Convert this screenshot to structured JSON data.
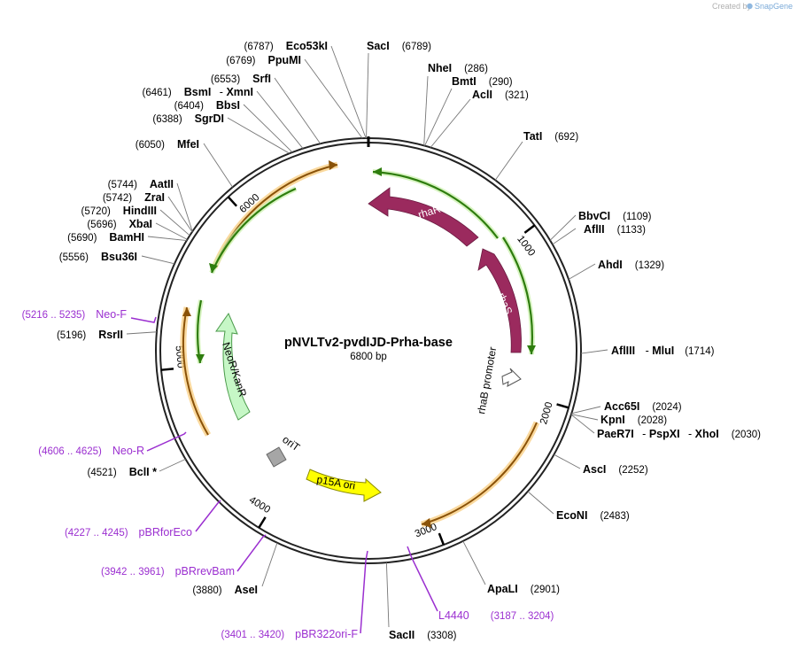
{
  "watermark": {
    "created_by": "Created by",
    "brand": "SnapGene"
  },
  "plasmid": {
    "name": "pNVLTv2-pvdIJD-Prha-base",
    "length_label": "6800 bp",
    "length": 6800
  },
  "ticks": [
    {
      "pos": 1000,
      "label": "1000"
    },
    {
      "pos": 2000,
      "label": "2000"
    },
    {
      "pos": 3000,
      "label": "3000"
    },
    {
      "pos": 4000,
      "label": "4000"
    },
    {
      "pos": 5000,
      "label": "5000"
    },
    {
      "pos": 6000,
      "label": "6000"
    }
  ],
  "sites": [
    {
      "name": "SacI",
      "pos": 6789,
      "num": "(6789)",
      "side": "right"
    },
    {
      "name": "NheI",
      "pos": 286,
      "num": "(286)",
      "side": "right"
    },
    {
      "name": "BmtI",
      "pos": 290,
      "num": "(290)",
      "side": "right"
    },
    {
      "name": "AclI",
      "pos": 321,
      "num": "(321)",
      "side": "right"
    },
    {
      "name": "TatI",
      "pos": 692,
      "num": "(692)",
      "side": "right"
    },
    {
      "name": "BbvCI",
      "pos": 1109,
      "num": "(1109)",
      "side": "right"
    },
    {
      "name": "AflII",
      "pos": 1133,
      "num": "(1133)",
      "side": "right"
    },
    {
      "name": "AhdI",
      "pos": 1329,
      "num": "(1329)",
      "side": "right"
    },
    {
      "name": "AflIII",
      "name2": "MluI",
      "pos": 1714,
      "num": "(1714)",
      "side": "right"
    },
    {
      "name": "Acc65I",
      "pos": 2024,
      "num": "(2024)",
      "side": "right"
    },
    {
      "name": "KpnI",
      "pos": 2028,
      "num": "(2028)",
      "side": "right"
    },
    {
      "name": "PaeR7I",
      "name2": "PspXI",
      "name3": "XhoI",
      "pos": 2030,
      "num": "(2030)",
      "side": "right"
    },
    {
      "name": "AscI",
      "pos": 2252,
      "num": "(2252)",
      "side": "right"
    },
    {
      "name": "EcoNI",
      "pos": 2483,
      "num": "(2483)",
      "side": "right"
    },
    {
      "name": "ApaLI",
      "pos": 2901,
      "num": "(2901)",
      "side": "right"
    },
    {
      "name": "SacII",
      "pos": 3308,
      "num": "(3308)",
      "side": "right"
    },
    {
      "name": "AseI",
      "pos": 3880,
      "num": "(3880)",
      "side": "left"
    },
    {
      "name": "BclI *",
      "pos": 4521,
      "num": "(4521)",
      "side": "left"
    },
    {
      "name": "RsrII",
      "pos": 5196,
      "num": "(5196)",
      "side": "left"
    },
    {
      "name": "Bsu36I",
      "pos": 5556,
      "num": "(5556)",
      "side": "left"
    },
    {
      "name": "BamHI",
      "pos": 5690,
      "num": "(5690)",
      "side": "left"
    },
    {
      "name": "XbaI",
      "pos": 5696,
      "num": "(5696)",
      "side": "left"
    },
    {
      "name": "HindIII",
      "pos": 5720,
      "num": "(5720)",
      "side": "left"
    },
    {
      "name": "ZraI",
      "pos": 5742,
      "num": "(5742)",
      "side": "left"
    },
    {
      "name": "AatII",
      "pos": 5744,
      "num": "(5744)",
      "side": "left"
    },
    {
      "name": "MfeI",
      "pos": 6050,
      "num": "(6050)",
      "side": "left"
    },
    {
      "name": "SgrDI",
      "pos": 6388,
      "num": "(6388)",
      "side": "left"
    },
    {
      "name": "BbsI",
      "pos": 6404,
      "num": "(6404)",
      "side": "left"
    },
    {
      "name": "BsmI",
      "name2": "XmnI",
      "pos": 6461,
      "num": "(6461)",
      "side": "left"
    },
    {
      "name": "SrfI",
      "pos": 6553,
      "num": "(6553)",
      "side": "left"
    },
    {
      "name": "PpuMI",
      "pos": 6769,
      "num": "(6769)",
      "side": "left"
    },
    {
      "name": "Eco53kI",
      "pos": 6787,
      "num": "(6787)",
      "side": "left"
    }
  ],
  "primers": [
    {
      "name": "Neo-F",
      "range": "(5216 .. 5235)"
    },
    {
      "name": "Neo-R",
      "range": "(4606 .. 4625)"
    },
    {
      "name": "pBRforEco",
      "range": "(4227 .. 4245)"
    },
    {
      "name": "pBRrevBam",
      "range": "(3942 .. 3961)"
    },
    {
      "name": "pBR322ori-F",
      "range": "(3401 .. 3420)"
    },
    {
      "name": "L4440",
      "range": "(3187 .. 3204)"
    }
  ],
  "features": [
    {
      "name": "rhaR",
      "color": "#9b2a5e",
      "text_color": "#ffffff"
    },
    {
      "name": "rhaS",
      "color": "#9b2a5e",
      "text_color": "#ffffff"
    },
    {
      "name": "rhaB promoter",
      "color": "#ffffff",
      "text_color": "#000000"
    },
    {
      "name": "NeoR/KanR",
      "color": "#c6f7c6",
      "text_color": "#000000"
    },
    {
      "name": "p15A ori",
      "color": "#ffff00",
      "text_color": "#000000"
    },
    {
      "name": "oriT",
      "color": "#a6a6a6",
      "text_color": "#000000"
    }
  ],
  "colors": {
    "primer": "#9b2fd0",
    "orange_arc": "#b06a10",
    "green_arc": "#2e7d0e",
    "backbone": "#222222"
  }
}
